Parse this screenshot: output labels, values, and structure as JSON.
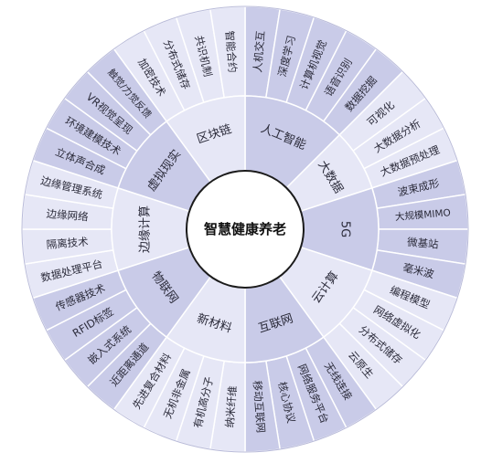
{
  "center": {
    "label": "智慧健康养老"
  },
  "colors": {
    "ring_a": "#c9cbe8",
    "ring_b": "#e6e7f6",
    "stroke": "#ffffff",
    "center_fill": "#ffffff",
    "center_stroke": "#1b1b1b",
    "text": "#2b2b3a"
  },
  "sectors": [
    {
      "name": "人工智能",
      "items": [
        "人机交互",
        "深度学习",
        "计算机视觉",
        "语音识别",
        "数据挖掘"
      ]
    },
    {
      "name": "大数据",
      "items": [
        "可视化",
        "大数据分析",
        "大数据预处理"
      ]
    },
    {
      "name": "5G",
      "items": [
        "波束成形",
        "大规模MIMO",
        "微基站",
        "毫米波"
      ]
    },
    {
      "name": "云计算",
      "items": [
        "编程模型",
        "网络虚拟化",
        "分布式储存",
        "云原生"
      ]
    },
    {
      "name": "互联网",
      "items": [
        "无线连接",
        "网络服务平台",
        "核心协议",
        "移动互联网"
      ]
    },
    {
      "name": "新材料",
      "items": [
        "纳米纤维",
        "有机高分子",
        "无机非金属",
        "先进复合材料"
      ]
    },
    {
      "name": "物联网",
      "items": [
        "近距离通道",
        "嵌入式系统",
        "RFID标签",
        "传感器技术"
      ]
    },
    {
      "name": "边缘计算",
      "items": [
        "数据处理平台",
        "隔离技术",
        "边缘网络",
        "边缘管理系统"
      ]
    },
    {
      "name": "虚拟现实",
      "items": [
        "立体声合成",
        "环境建模技术",
        "VR视觉呈现",
        "触觉/力觉反馈"
      ]
    },
    {
      "name": "区块链",
      "items": [
        "加密技术",
        "分布式储存",
        "共识机制",
        "智能合约"
      ]
    }
  ]
}
